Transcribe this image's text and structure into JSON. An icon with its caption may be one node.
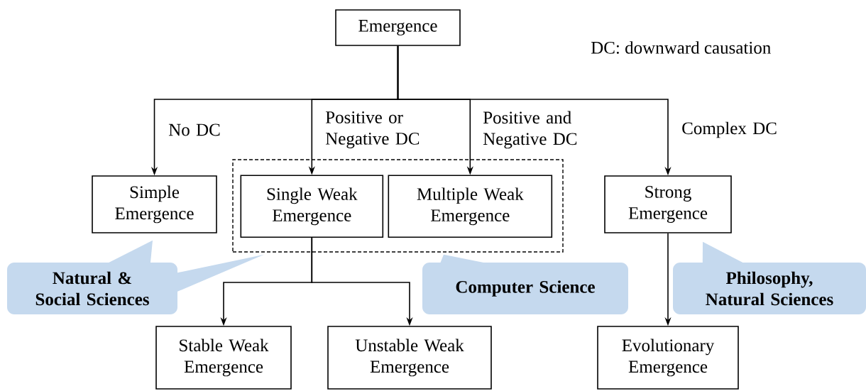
{
  "diagram": {
    "nodes": [
      {
        "text": [
          "Emergence"
        ]
      },
      {
        "text": [
          "Simple Emergence"
        ]
      },
      {
        "text": [],
        "shape": "box"
      },
      {
        "text": [
          "Single Weak Emergence"
        ],
        "in": 2
      },
      {
        "text": [
          "Multiple Weak Emergence"
        ],
        "in": 2
      },
      {
        "text": [
          "Strong Emergence"
        ]
      },
      {
        "text": [
          "Natural & Social Sciences"
        ]
      },
      {
        "text": [
          "Computer Science"
        ]
      },
      {
        "text": [
          "Philosophy, Natural Sciences"
        ]
      },
      {
        "text": [
          "Stable Weak Emergence"
        ]
      },
      {
        "text": [
          "Unstable Weak Emergence"
        ]
      },
      {
        "text": [
          "Evolutionary Emergence"
        ]
      }
    ],
    "edges": [
      {
        "from": 0,
        "to": 1,
        "arrow": "to",
        "label": "No DC"
      },
      {
        "from": 0,
        "to": 3,
        "arrow": "to",
        "label": "Positive or Negative DC"
      },
      {
        "from": 0,
        "to": 4,
        "arrow": "to",
        "label": "Positive and Negative DC"
      },
      {
        "from": 0,
        "to": 5,
        "arrow": "to",
        "label": "Complex DC"
      },
      {
        "from": 3,
        "to": 9,
        "arrow": "to"
      },
      {
        "from": 3,
        "to": 10,
        "arrow": "to"
      },
      {
        "from": 5,
        "to": 11,
        "arrow": "to"
      },
      {
        "from": 6,
        "to": 1,
        "arrow": "none"
      },
      {
        "from": 6,
        "to": 2,
        "arrow": "none"
      },
      {
        "from": 7,
        "to": 2,
        "arrow": "none"
      },
      {
        "from": 8,
        "to": 5,
        "arrow": "none"
      }
    ],
    "labels": [
      "DC: downward causation"
    ]
  }
}
